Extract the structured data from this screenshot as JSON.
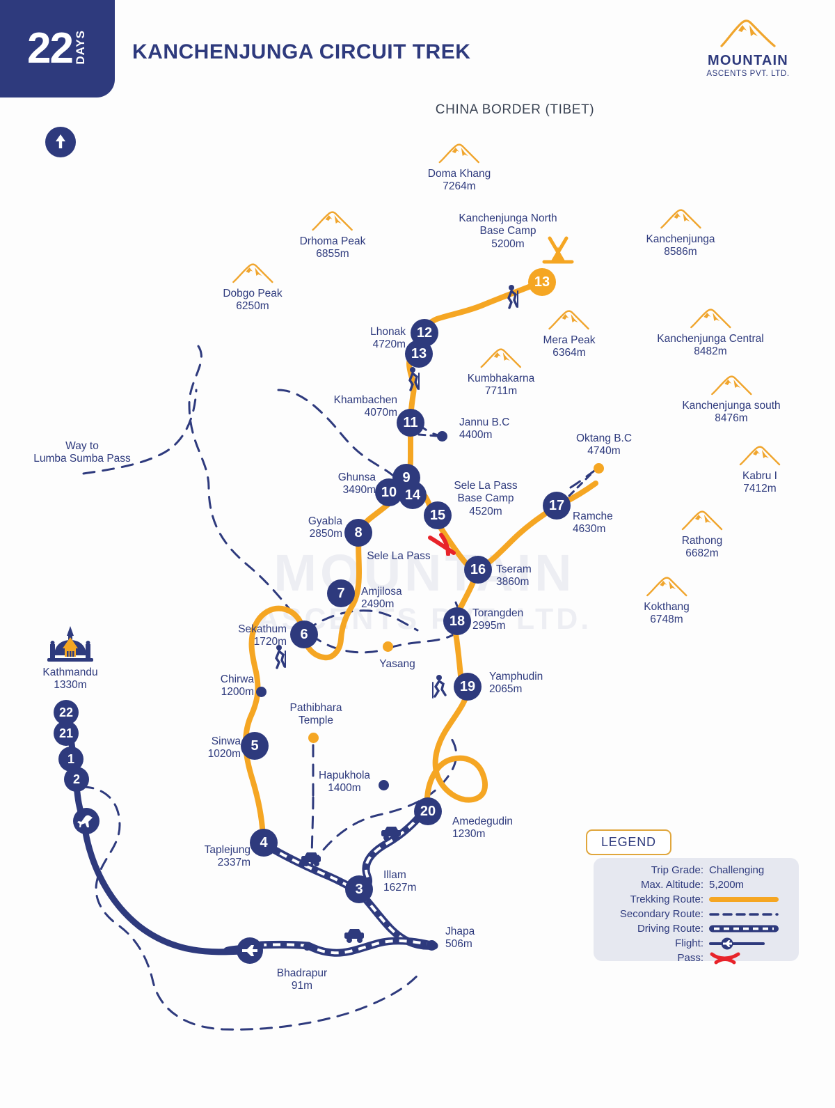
{
  "header": {
    "days_number": "22",
    "days_word": "DAYS",
    "title": "KANCHENJUNGA CIRCUIT TREK"
  },
  "logo": {
    "name": "MOUNTAIN",
    "sub": "ASCENTS PVT. LTD.",
    "icon": "mountain-icon"
  },
  "watermark": {
    "line1": "MOUNTAIN",
    "line2": "ASCENTS PVT. LTD."
  },
  "map": {
    "north_arrow": "north-arrow-icon",
    "border_label": "CHINA BORDER (TIBET)",
    "side_note": {
      "line1": "Way to",
      "line2": "Lumba Sumba Pass"
    },
    "pass_label": "Sele La Pass",
    "temple_label": {
      "line1": "Pathibhara",
      "line2": "Temple"
    }
  },
  "peaks": [
    {
      "name": "Doma Khang",
      "alt": "7264m"
    },
    {
      "name": "Drhoma Peak",
      "alt": "6855m"
    },
    {
      "name": "Dobgo Peak",
      "alt": "6250m"
    },
    {
      "name": "Kanchenjunga",
      "alt": "8586m"
    },
    {
      "name": "Mera Peak",
      "alt": "6364m"
    },
    {
      "name": "Kanchenjunga Central",
      "alt": "8482m"
    },
    {
      "name": "Kumbhakarna",
      "alt": "7711m"
    },
    {
      "name": "Kanchenjunga south",
      "alt": "8476m"
    },
    {
      "name": "Kabru I",
      "alt": "7412m"
    },
    {
      "name": "Rathong",
      "alt": "6682m"
    },
    {
      "name": "Kokthang",
      "alt": "6748m"
    }
  ],
  "places": [
    {
      "name": "Kanchenjunga North",
      "name2": "Base Camp",
      "alt": "5200m"
    },
    {
      "name": "Lhonak",
      "alt": "4720m"
    },
    {
      "name": "Khambachen",
      "alt": "4070m"
    },
    {
      "name": "Jannu B.C",
      "alt": "4400m"
    },
    {
      "name": "Ghunsa",
      "alt": "3490m"
    },
    {
      "name": "Sele La Pass",
      "name2": "Base Camp",
      "alt": "4520m"
    },
    {
      "name": "Oktang B.C",
      "alt": "4740m"
    },
    {
      "name": "Ramche",
      "alt": "4630m"
    },
    {
      "name": "Gyabla",
      "alt": "2850m"
    },
    {
      "name": "Tseram",
      "alt": "3860m"
    },
    {
      "name": "Amjilosa",
      "alt": "2490m"
    },
    {
      "name": "Torangden",
      "alt": "2995m"
    },
    {
      "name": "Sekathum",
      "alt": "1720m"
    },
    {
      "name": "Yasang",
      "alt": ""
    },
    {
      "name": "Yamphudin",
      "alt": "2065m"
    },
    {
      "name": "Chirwa",
      "alt": "1200m"
    },
    {
      "name": "Sinwa",
      "alt": "1020m"
    },
    {
      "name": "Hapukhola",
      "alt": "1400m"
    },
    {
      "name": "Kathmandu",
      "alt": "1330m"
    },
    {
      "name": "Amedegudin",
      "alt": "1230m"
    },
    {
      "name": "Taplejung",
      "alt": "2337m"
    },
    {
      "name": "Illam",
      "alt": "1627m"
    },
    {
      "name": "Jhapa",
      "alt": "506m"
    },
    {
      "name": "Bhadrapur",
      "alt": "91m"
    }
  ],
  "day_markers": [
    {
      "day": "13",
      "color": "orange"
    },
    {
      "day": "12"
    },
    {
      "day": "13"
    },
    {
      "day": "11"
    },
    {
      "day": "9"
    },
    {
      "day": "10"
    },
    {
      "day": "14"
    },
    {
      "day": "15"
    },
    {
      "day": "8"
    },
    {
      "day": "17"
    },
    {
      "day": "16"
    },
    {
      "day": "7"
    },
    {
      "day": "18"
    },
    {
      "day": "6"
    },
    {
      "day": "19"
    },
    {
      "day": "5"
    },
    {
      "day": "20"
    },
    {
      "day": "4"
    },
    {
      "day": "3"
    },
    {
      "day": "22"
    },
    {
      "day": "21"
    },
    {
      "day": "1"
    },
    {
      "day": "2"
    }
  ],
  "legend": {
    "tag": "LEGEND",
    "rows": [
      {
        "key": "Trip Grade:",
        "value": "Challenging",
        "type": "text"
      },
      {
        "key": "Max. Altitude:",
        "value": "5,200m",
        "type": "text"
      },
      {
        "key": "Trekking Route:",
        "value": "",
        "type": "trek"
      },
      {
        "key": "Secondary Route:",
        "value": "",
        "type": "secondary"
      },
      {
        "key": "Driving Route:",
        "value": "",
        "type": "driving"
      },
      {
        "key": "Flight:",
        "value": "",
        "type": "flight"
      },
      {
        "key": "Pass:",
        "value": "",
        "type": "pass"
      }
    ]
  },
  "colors": {
    "navy": "#2e3a7d",
    "orange": "#f5a623",
    "red": "#e8232a",
    "legend_bg": "#e6e8f0",
    "legend_border": "#e0a63c"
  }
}
